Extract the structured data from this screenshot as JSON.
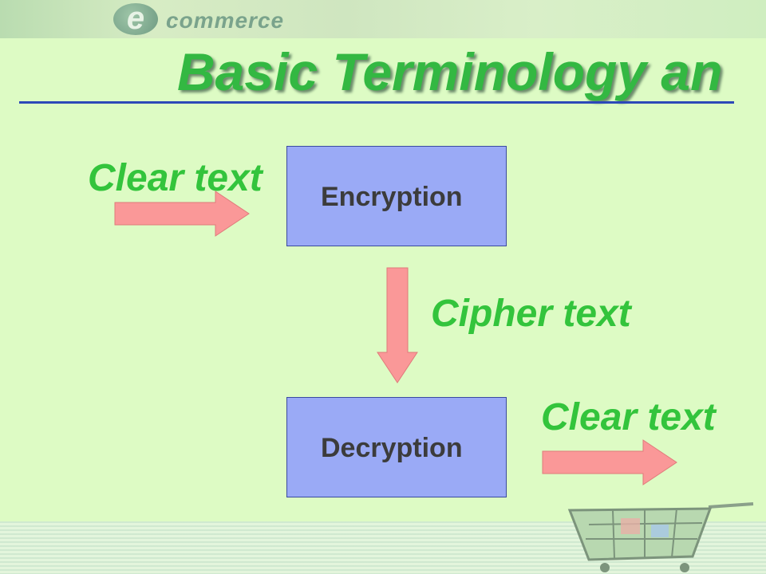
{
  "header": {
    "logo_letter": "e",
    "logo_word": "commerce"
  },
  "slide": {
    "title": "Basic Terminology an"
  },
  "diagram": {
    "encryption_label": "Encryption",
    "decryption_label": "Decryption",
    "input_label": "Clear text",
    "intermediate_label": "Cipher text",
    "output_label": "Clear text"
  },
  "colors": {
    "background": "#ddfbc4",
    "title": "#33b842",
    "label": "#33c43c",
    "box_fill": "#9aaaf6",
    "arrow": "#fa9898",
    "rule": "#2c48b8"
  },
  "icons": {
    "logo": "ecommerce-logo-icon",
    "cart": "shopping-cart-icon"
  }
}
